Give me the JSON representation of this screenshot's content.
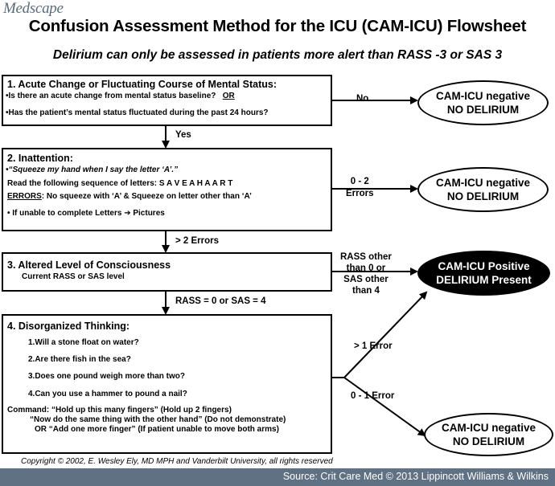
{
  "brand": "Medscape",
  "title": "Confusion Assessment Method for the ICU (CAM-ICU) Flowsheet",
  "subtitle": "Delirium can only be assessed in patients more alert than RASS -3 or SAS 3",
  "step1": {
    "heading": "1. Acute Change or Fluctuating Course of Mental Status:",
    "line1": "•Is there an acute change from mental status baseline?",
    "line1_or": "OR",
    "line2": "•Has the patient’s mental status fluctuated during the past 24 hours?"
  },
  "step2": {
    "heading": "2. Inattention:",
    "line1": "•“Squeeze my hand when I say the letter ‘A’.”",
    "line2": "Read the following sequence of letters: S A V E A H A A R T",
    "errors_label": "ERRORS",
    "line3": ": No squeeze with ‘A’ & Squeeze on letter other than ‘A’",
    "line4": "• If unable to complete Letters ➔ Pictures"
  },
  "step3": {
    "heading": "3. Altered Level of Consciousness",
    "line1": "Current RASS or SAS level"
  },
  "step4": {
    "heading": "4. Disorganized Thinking:",
    "q1": "1.Will a stone float on water?",
    "q2": "2.Are there fish in the sea?",
    "q3": "3.Does one pound weigh more than two?",
    "q4": "4.Can you use a hammer to pound a nail?",
    "cmd1": "Command:  “Hold up this many fingers” (Hold up 2 fingers)",
    "cmd2": "“Now do the same thing with the other hand” (Do not demonstrate)",
    "cmd3": "OR    “Add one more finger” (If patient unable to move both arms)"
  },
  "labels": {
    "no": "No",
    "yes": "Yes",
    "errors_0_2_a": "0 - 2",
    "errors_0_2_b": "Errors",
    "gt2": "> 2 Errors",
    "rass_other_1": "RASS other",
    "rass_other_2": "than 0 or",
    "rass_other_3": "SAS other",
    "rass_other_4": "than 4",
    "rass_zero": "RASS = 0 or SAS = 4",
    "gt1": "> 1 Error",
    "err01": "0 - 1 Error"
  },
  "outcomes": {
    "neg_line1": "CAM-ICU negative",
    "neg_line2": "NO DELIRIUM",
    "pos_line1": "CAM-ICU Positive",
    "pos_line2": "DELIRIUM Present"
  },
  "copyright": "Copyright © 2002, E. Wesley Ely, MD MPH and Vanderbilt University, all rights reserved",
  "source": "Source: Crit Care Med © 2013 Lippincott Williams & Wilkins",
  "colors": {
    "footer_bg": "#5f7182",
    "brand_text": "#5a6a7a",
    "positive_fill": "#000000"
  }
}
